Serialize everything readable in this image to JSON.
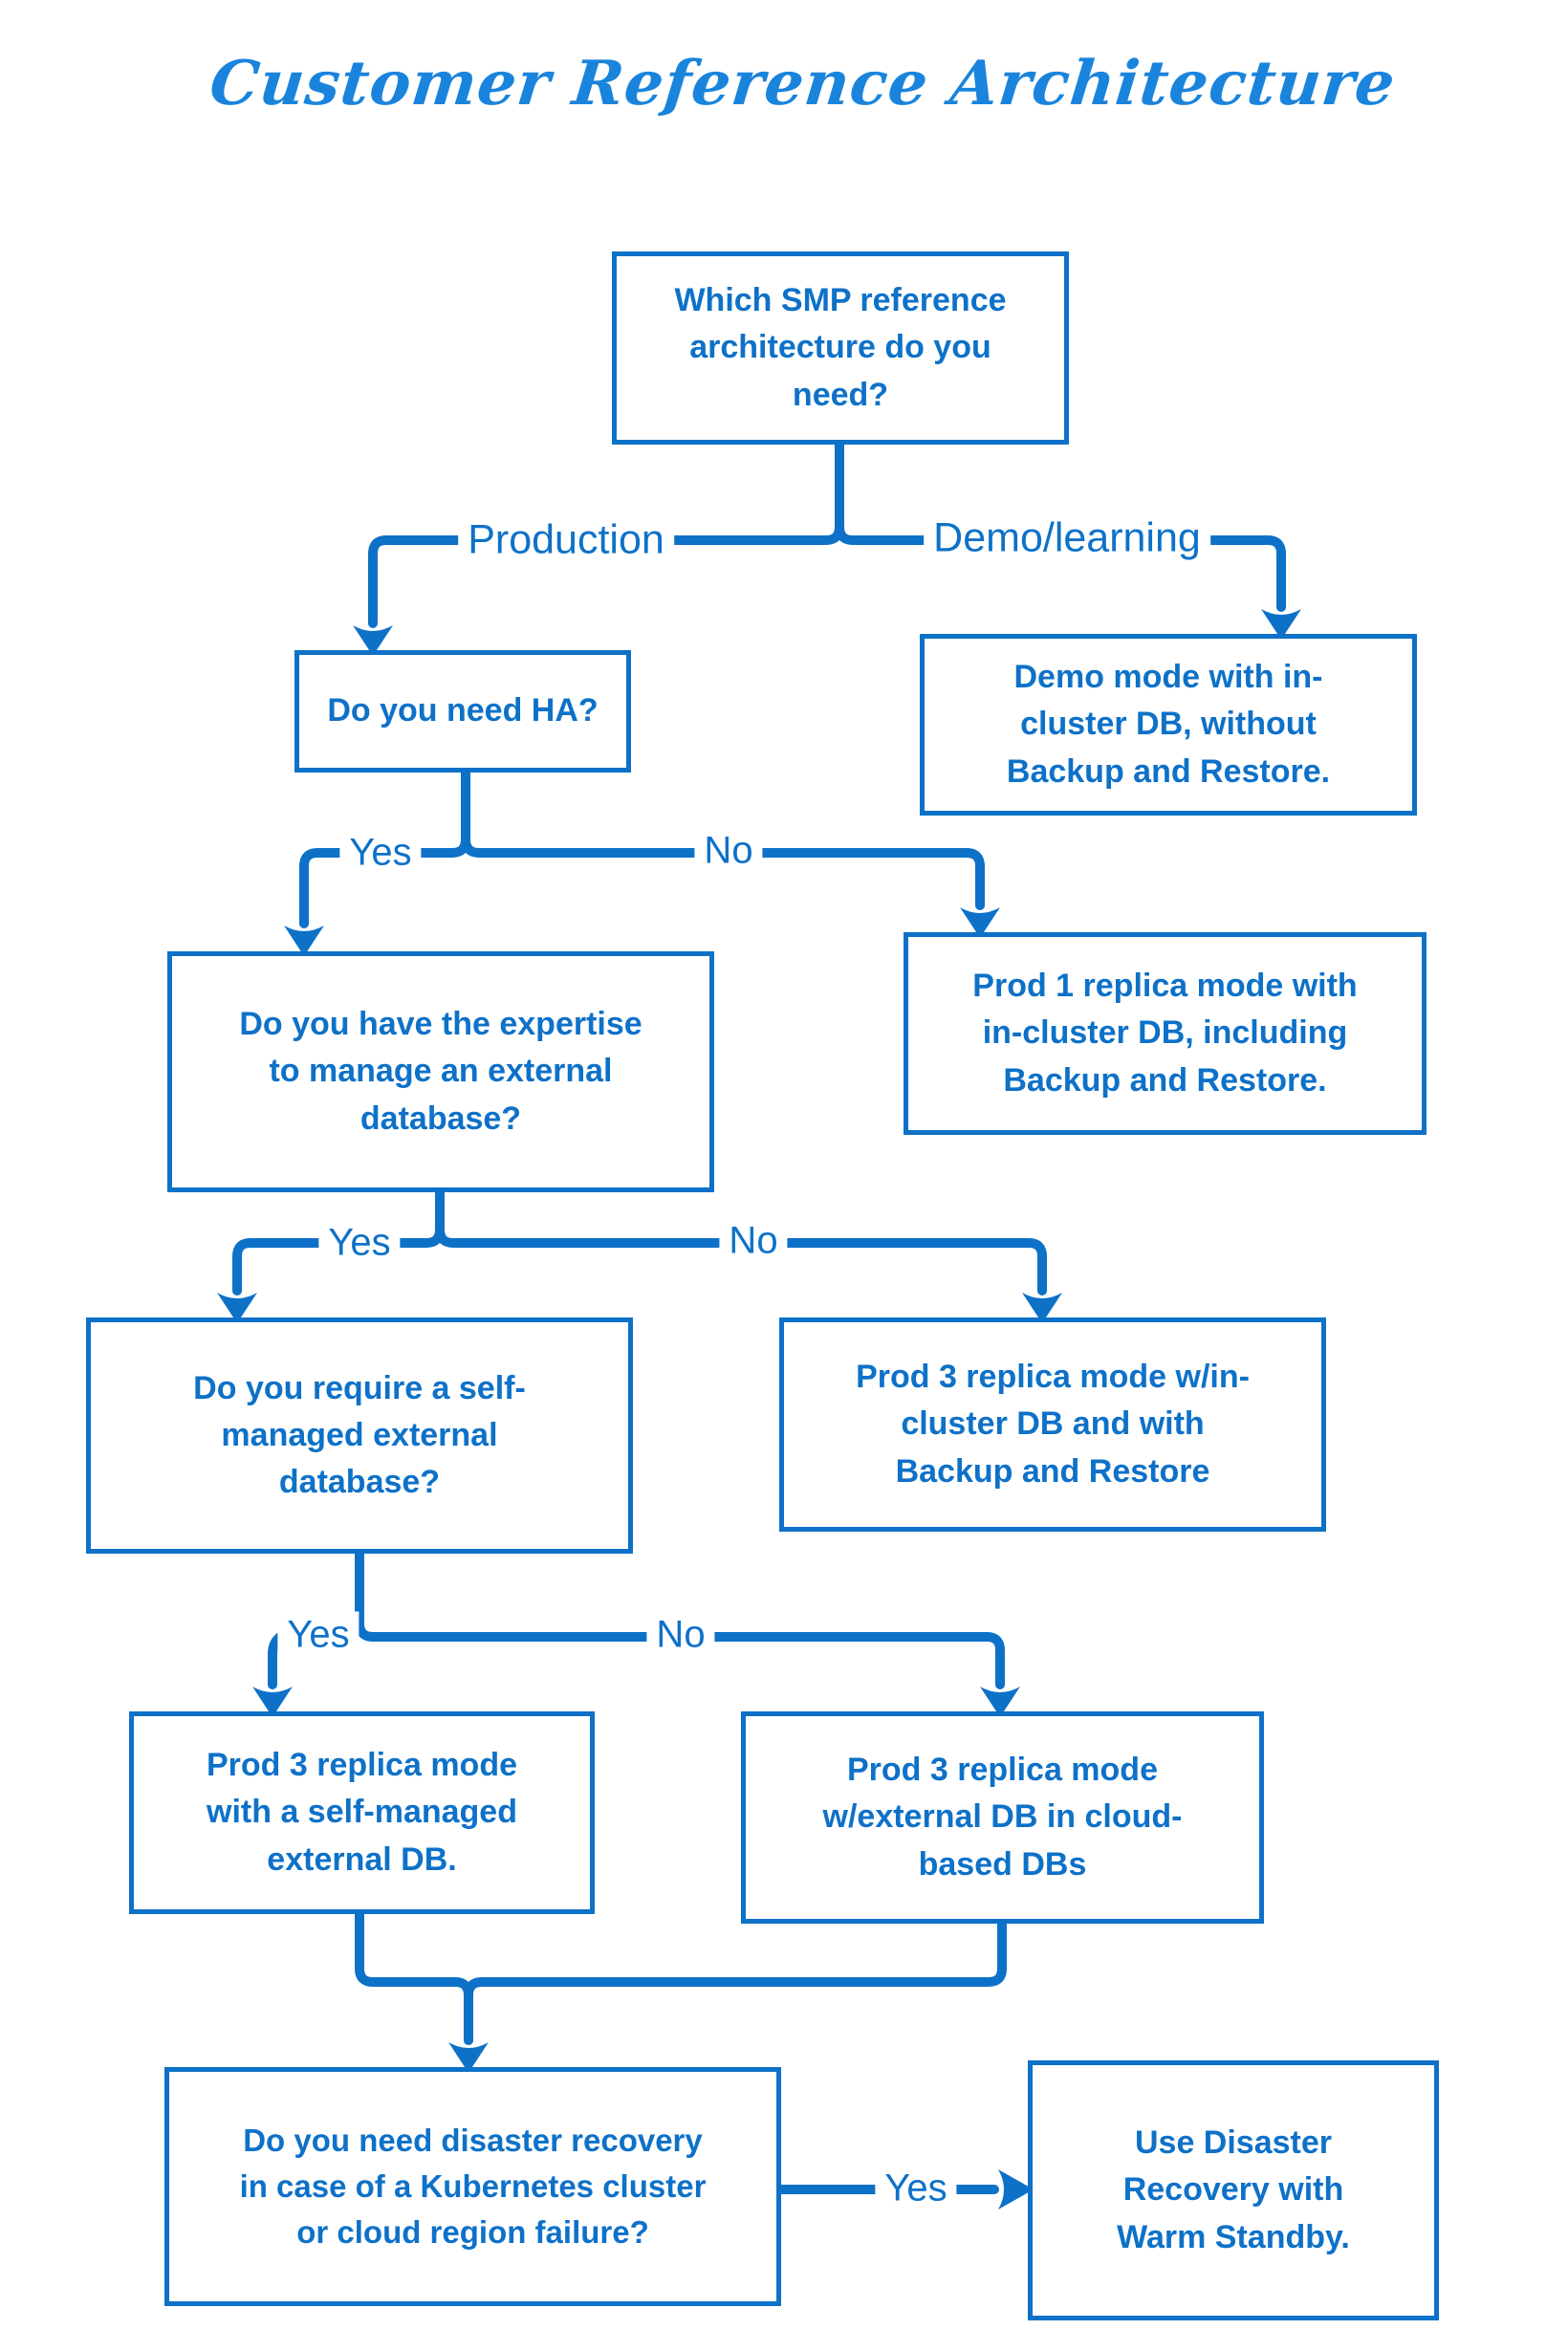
{
  "title": "Customer Reference Architecture",
  "colors": {
    "primary": "#0e71c8",
    "title": "#1a84dc",
    "background": "#ffffff"
  },
  "nodes": {
    "q_ref_arch": {
      "type": "question",
      "text": "Which SMP reference\narchitecture do you\nneed?"
    },
    "q_ha": {
      "type": "question",
      "text": "Do you need HA?"
    },
    "demo_mode": {
      "type": "outcome",
      "text": "Demo mode with in-\ncluster DB, without\nBackup and Restore."
    },
    "prod1": {
      "type": "outcome",
      "text": "Prod 1 replica mode with\nin-cluster DB, including\nBackup and Restore."
    },
    "q_expertise": {
      "type": "question",
      "text": "Do you have the expertise\nto manage an external\ndatabase?"
    },
    "q_selfmanaged": {
      "type": "question",
      "text": "Do you require a self-\nmanaged external\ndatabase?"
    },
    "prod3_incluster": {
      "type": "outcome",
      "text": "Prod 3 replica mode w/in-\ncluster DB and with\nBackup and Restore"
    },
    "prod3_self": {
      "type": "outcome",
      "text": "Prod 3 replica mode\nwith a self-managed\nexternal DB."
    },
    "prod3_cloud": {
      "type": "outcome",
      "text": "Prod 3 replica mode\nw/external DB in cloud-\nbased DBs"
    },
    "q_dr": {
      "type": "question",
      "text": "Do you need disaster recovery\nin case of a Kubernetes cluster\nor cloud region failure?"
    },
    "warm_standby": {
      "type": "outcome",
      "text": "Use Disaster\nRecovery with\nWarm Standby."
    }
  },
  "edges": [
    {
      "from": "q_ref_arch",
      "to": "q_ha",
      "label": "Production"
    },
    {
      "from": "q_ref_arch",
      "to": "demo_mode",
      "label": "Demo/learning"
    },
    {
      "from": "q_ha",
      "to": "q_expertise",
      "label": "Yes"
    },
    {
      "from": "q_ha",
      "to": "prod1",
      "label": "No"
    },
    {
      "from": "q_expertise",
      "to": "q_selfmanaged",
      "label": "Yes"
    },
    {
      "from": "q_expertise",
      "to": "prod3_incluster",
      "label": "No"
    },
    {
      "from": "q_selfmanaged",
      "to": "prod3_self",
      "label": "Yes"
    },
    {
      "from": "q_selfmanaged",
      "to": "prod3_cloud",
      "label": "No"
    },
    {
      "from": "prod3_self",
      "to": "q_dr",
      "label": ""
    },
    {
      "from": "prod3_cloud",
      "to": "q_dr",
      "label": ""
    },
    {
      "from": "q_dr",
      "to": "warm_standby",
      "label": "Yes"
    }
  ]
}
